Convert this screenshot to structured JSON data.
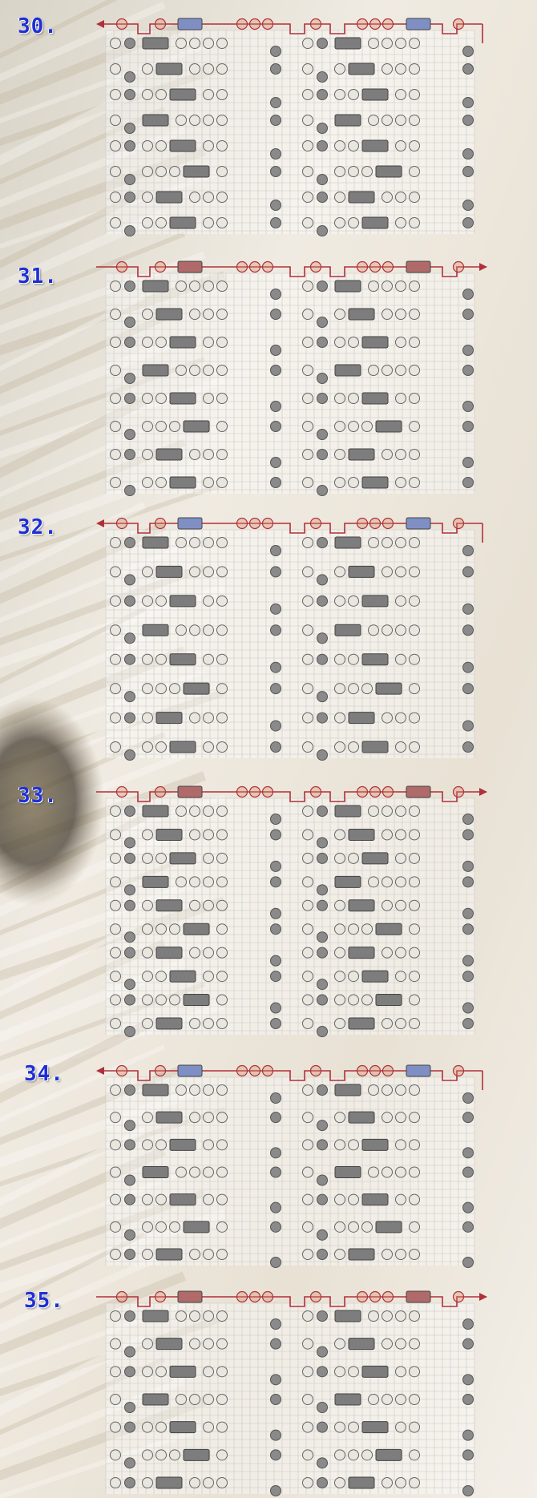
{
  "steps": [
    {
      "label": "30.",
      "direction": "left"
    },
    {
      "label": "31.",
      "direction": "right"
    },
    {
      "label": "32.",
      "direction": "left"
    },
    {
      "label": "33.",
      "direction": "right"
    },
    {
      "label": "34.",
      "direction": "left"
    },
    {
      "label": "35.",
      "direction": "right"
    }
  ],
  "colors": {
    "thread": "#b0303a",
    "active_bead": "#d88a6a",
    "blue_bugle": "#7f8fc4",
    "bugle": "#7d7d7d",
    "dark_bead": "#8a8a8a",
    "light_bead": "#e9e6e0",
    "grid": "#c8c8c8",
    "label": "#1f2fd6"
  }
}
